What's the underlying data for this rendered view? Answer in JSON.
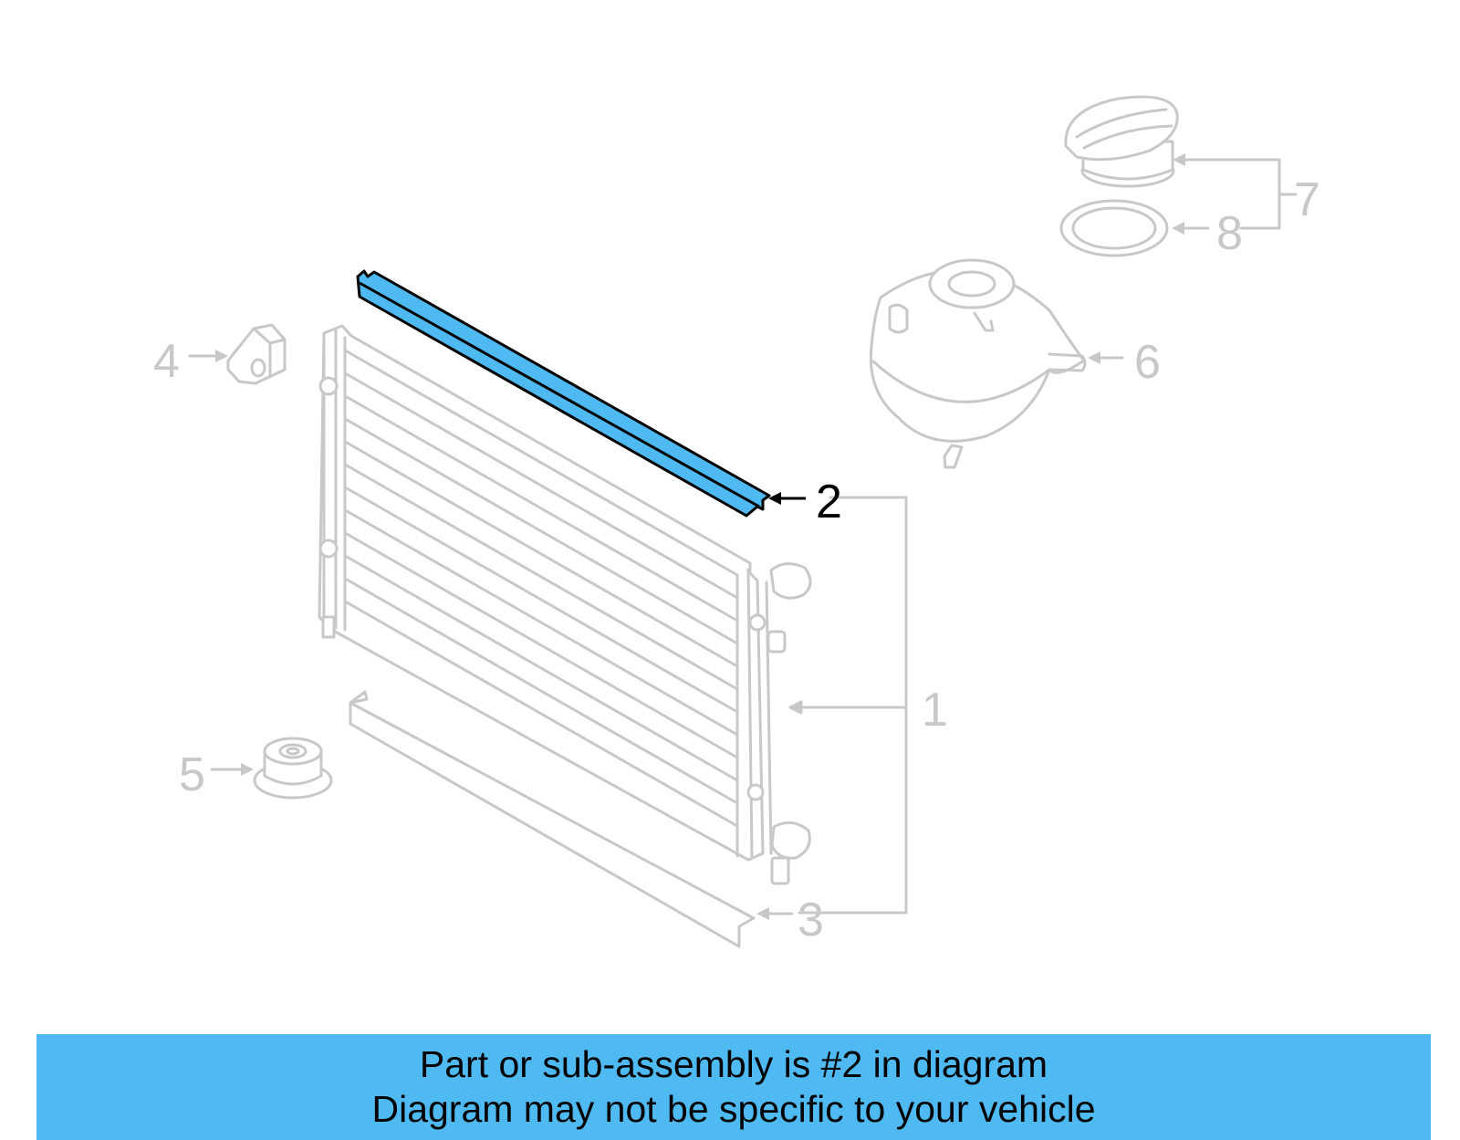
{
  "colors": {
    "highlight": "#4fbaf2",
    "inactive": "#c8c8c8",
    "active": "#000000",
    "banner_background": "#4fbaf2"
  },
  "callouts": [
    {
      "number": "1",
      "part": "radiator",
      "highlighted": false
    },
    {
      "number": "2",
      "part": "upper seal strip",
      "highlighted": true
    },
    {
      "number": "3",
      "part": "lower seal strip",
      "highlighted": false
    },
    {
      "number": "4",
      "part": "upper mount bushing",
      "highlighted": false
    },
    {
      "number": "5",
      "part": "lower mount bushing",
      "highlighted": false
    },
    {
      "number": "6",
      "part": "expansion tank",
      "highlighted": false
    },
    {
      "number": "7",
      "part": "cap assembly",
      "highlighted": false
    },
    {
      "number": "8",
      "part": "seal ring",
      "highlighted": false
    }
  ],
  "banner": {
    "line1": "Part or sub-assembly is #2 in diagram",
    "line2": "Diagram may not be specific to your vehicle"
  }
}
